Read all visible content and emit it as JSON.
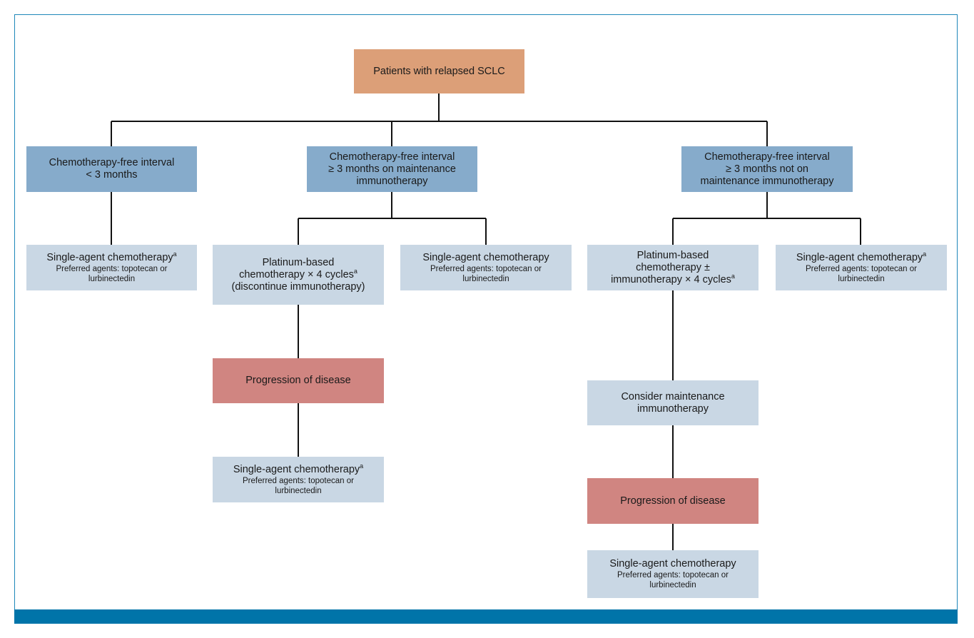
{
  "colors": {
    "frame": "#1e87b9",
    "bottom_bar": "#0074a9",
    "root_box": "#dc9f78",
    "interval_box": "#86abcb",
    "treatment_box": "#c9d7e4",
    "progression_box": "#d08581",
    "connector": "#111111"
  },
  "nodes": {
    "root": {
      "lines": [
        "Patients with relapsed SCLC"
      ]
    },
    "interval_lt3": {
      "lines": [
        "Chemotherapy-free interval",
        "< 3 months"
      ]
    },
    "interval_ge3_on": {
      "lines": [
        "Chemotherapy-free interval",
        "≥ 3 months on maintenance",
        "immunotherapy"
      ]
    },
    "interval_ge3_not": {
      "lines": [
        "Chemotherapy-free interval",
        "≥ 3 months not on",
        "maintenance immunotherapy"
      ]
    },
    "single_agent_1": {
      "title": "Single-agent chemotherapy",
      "footnote": "a",
      "sub_lines": [
        "Preferred agents: topotecan or",
        "lurbinectedin"
      ]
    },
    "platinum_1": {
      "line1": "Platinum-based",
      "line2": "chemotherapy × 4 cycles",
      "footnote": "a",
      "line3": "(discontinue immunotherapy)"
    },
    "single_agent_2": {
      "title": "Single-agent chemotherapy",
      "footnote": "",
      "sub_lines": [
        "Preferred agents: topotecan or",
        "lurbinectedin"
      ]
    },
    "progression_1": {
      "lines": [
        "Progression of disease"
      ]
    },
    "single_agent_3": {
      "title": "Single-agent chemotherapy",
      "footnote": "a",
      "sub_lines": [
        "Preferred agents: topotecan or",
        "lurbinectedin"
      ]
    },
    "platinum_2": {
      "line1": "Platinum-based",
      "line2": "chemotherapy ±",
      "line3": "immunotherapy × 4 cycles",
      "footnote": "a"
    },
    "single_agent_4": {
      "title": "Single-agent chemotherapy",
      "footnote": "a",
      "sub_lines": [
        "Preferred agents: topotecan or",
        "lurbinectedin"
      ]
    },
    "maintenance": {
      "lines": [
        "Consider maintenance",
        "immunotherapy"
      ]
    },
    "progression_2": {
      "lines": [
        "Progression of disease"
      ]
    },
    "single_agent_5": {
      "title": "Single-agent chemotherapy",
      "footnote": "",
      "sub_lines": [
        "Preferred agents: topotecan or",
        "lurbinectedin"
      ]
    }
  }
}
